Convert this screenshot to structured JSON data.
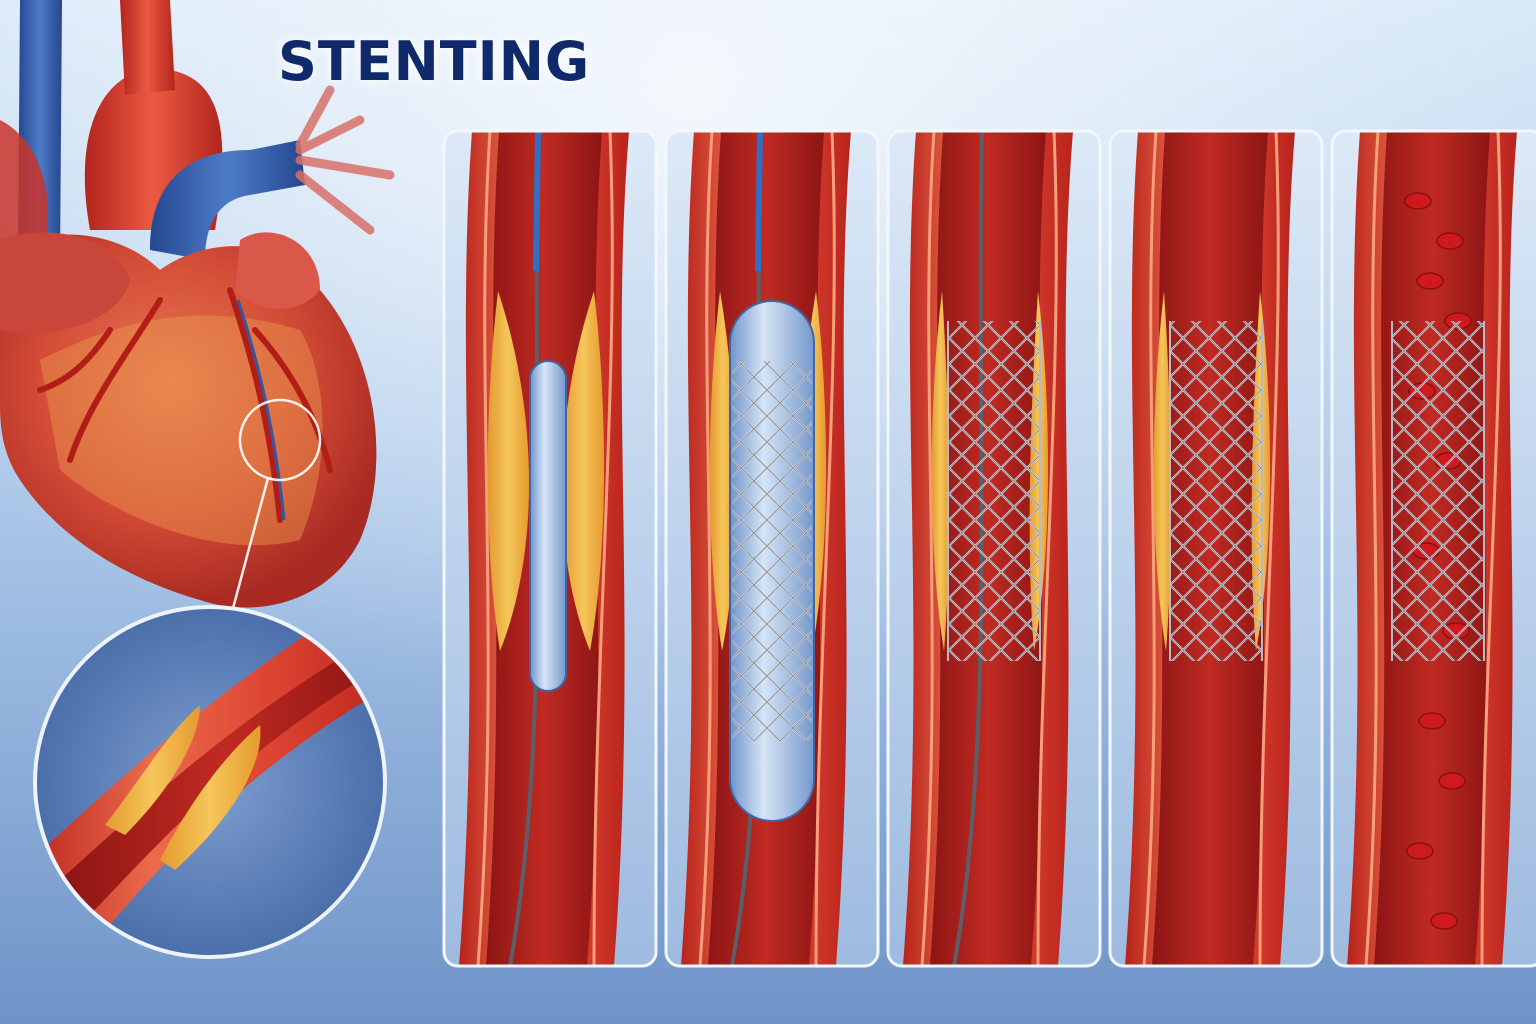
{
  "title": "STENTING",
  "colors": {
    "background_light": "#c6ddf3",
    "background_dark": "#5d86c0",
    "title": "#10296b",
    "artery_wall": "#d63a2c",
    "artery_wall_light": "#ee7a58",
    "lumen": "#a51d1a",
    "plaque": "#f2b548",
    "balloon": "#8fb2df",
    "catheter": "#2f6fc8",
    "stent": "#c9ccd3",
    "blood_cell": "#c8141c",
    "heart": "#cf3f33",
    "vein": "#2f58a6"
  },
  "icons": [
    "heart-illustration",
    "magnifier-circle",
    "guidewire",
    "balloon",
    "stent-mesh",
    "blood-cells"
  ],
  "stages": [
    {
      "id": "guidewire-insertion",
      "plaque": true,
      "balloon": "deflated",
      "stent": "none",
      "catheter": true,
      "blood_flow": false
    },
    {
      "id": "balloon-inflation",
      "plaque": true,
      "balloon": "inflated",
      "stent": "crimped",
      "catheter": true,
      "blood_flow": false
    },
    {
      "id": "stent-expansion",
      "plaque": true,
      "balloon": "none",
      "stent": "expanded",
      "catheter": true,
      "blood_flow": false
    },
    {
      "id": "stent-in-place",
      "plaque": true,
      "balloon": "none",
      "stent": "expanded",
      "catheter": false,
      "blood_flow": false
    },
    {
      "id": "restored-blood-flow",
      "plaque": false,
      "balloon": "none",
      "stent": "expanded",
      "catheter": false,
      "blood_flow": true
    }
  ]
}
